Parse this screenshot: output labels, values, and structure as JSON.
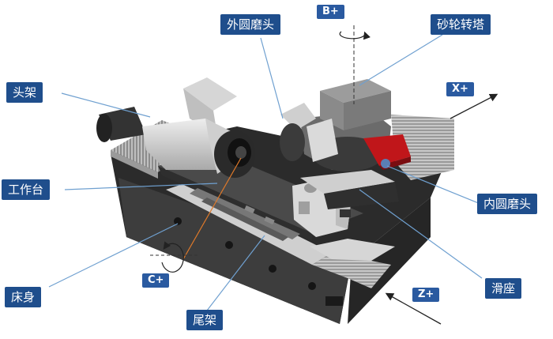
{
  "labels": {
    "outer_grinding_head": "外圆磨头",
    "wheel_turret": "砂轮转塔",
    "headstock": "头架",
    "worktable": "工作台",
    "inner_grinding_head": "内圆磨头",
    "bed": "床身",
    "slide": "滑座",
    "tailstock": "尾架"
  },
  "axes": {
    "b": "B+",
    "x": "X+",
    "z": "Z+",
    "c": "C+"
  },
  "colors": {
    "label_bg": "#1f4e8c",
    "leader": "#6fa0d0",
    "machine_dark": "#3a3a3a",
    "machine_light": "#d8d8d8",
    "accent_red": "#c0161a",
    "axis_bg": "#2a5aa0"
  }
}
